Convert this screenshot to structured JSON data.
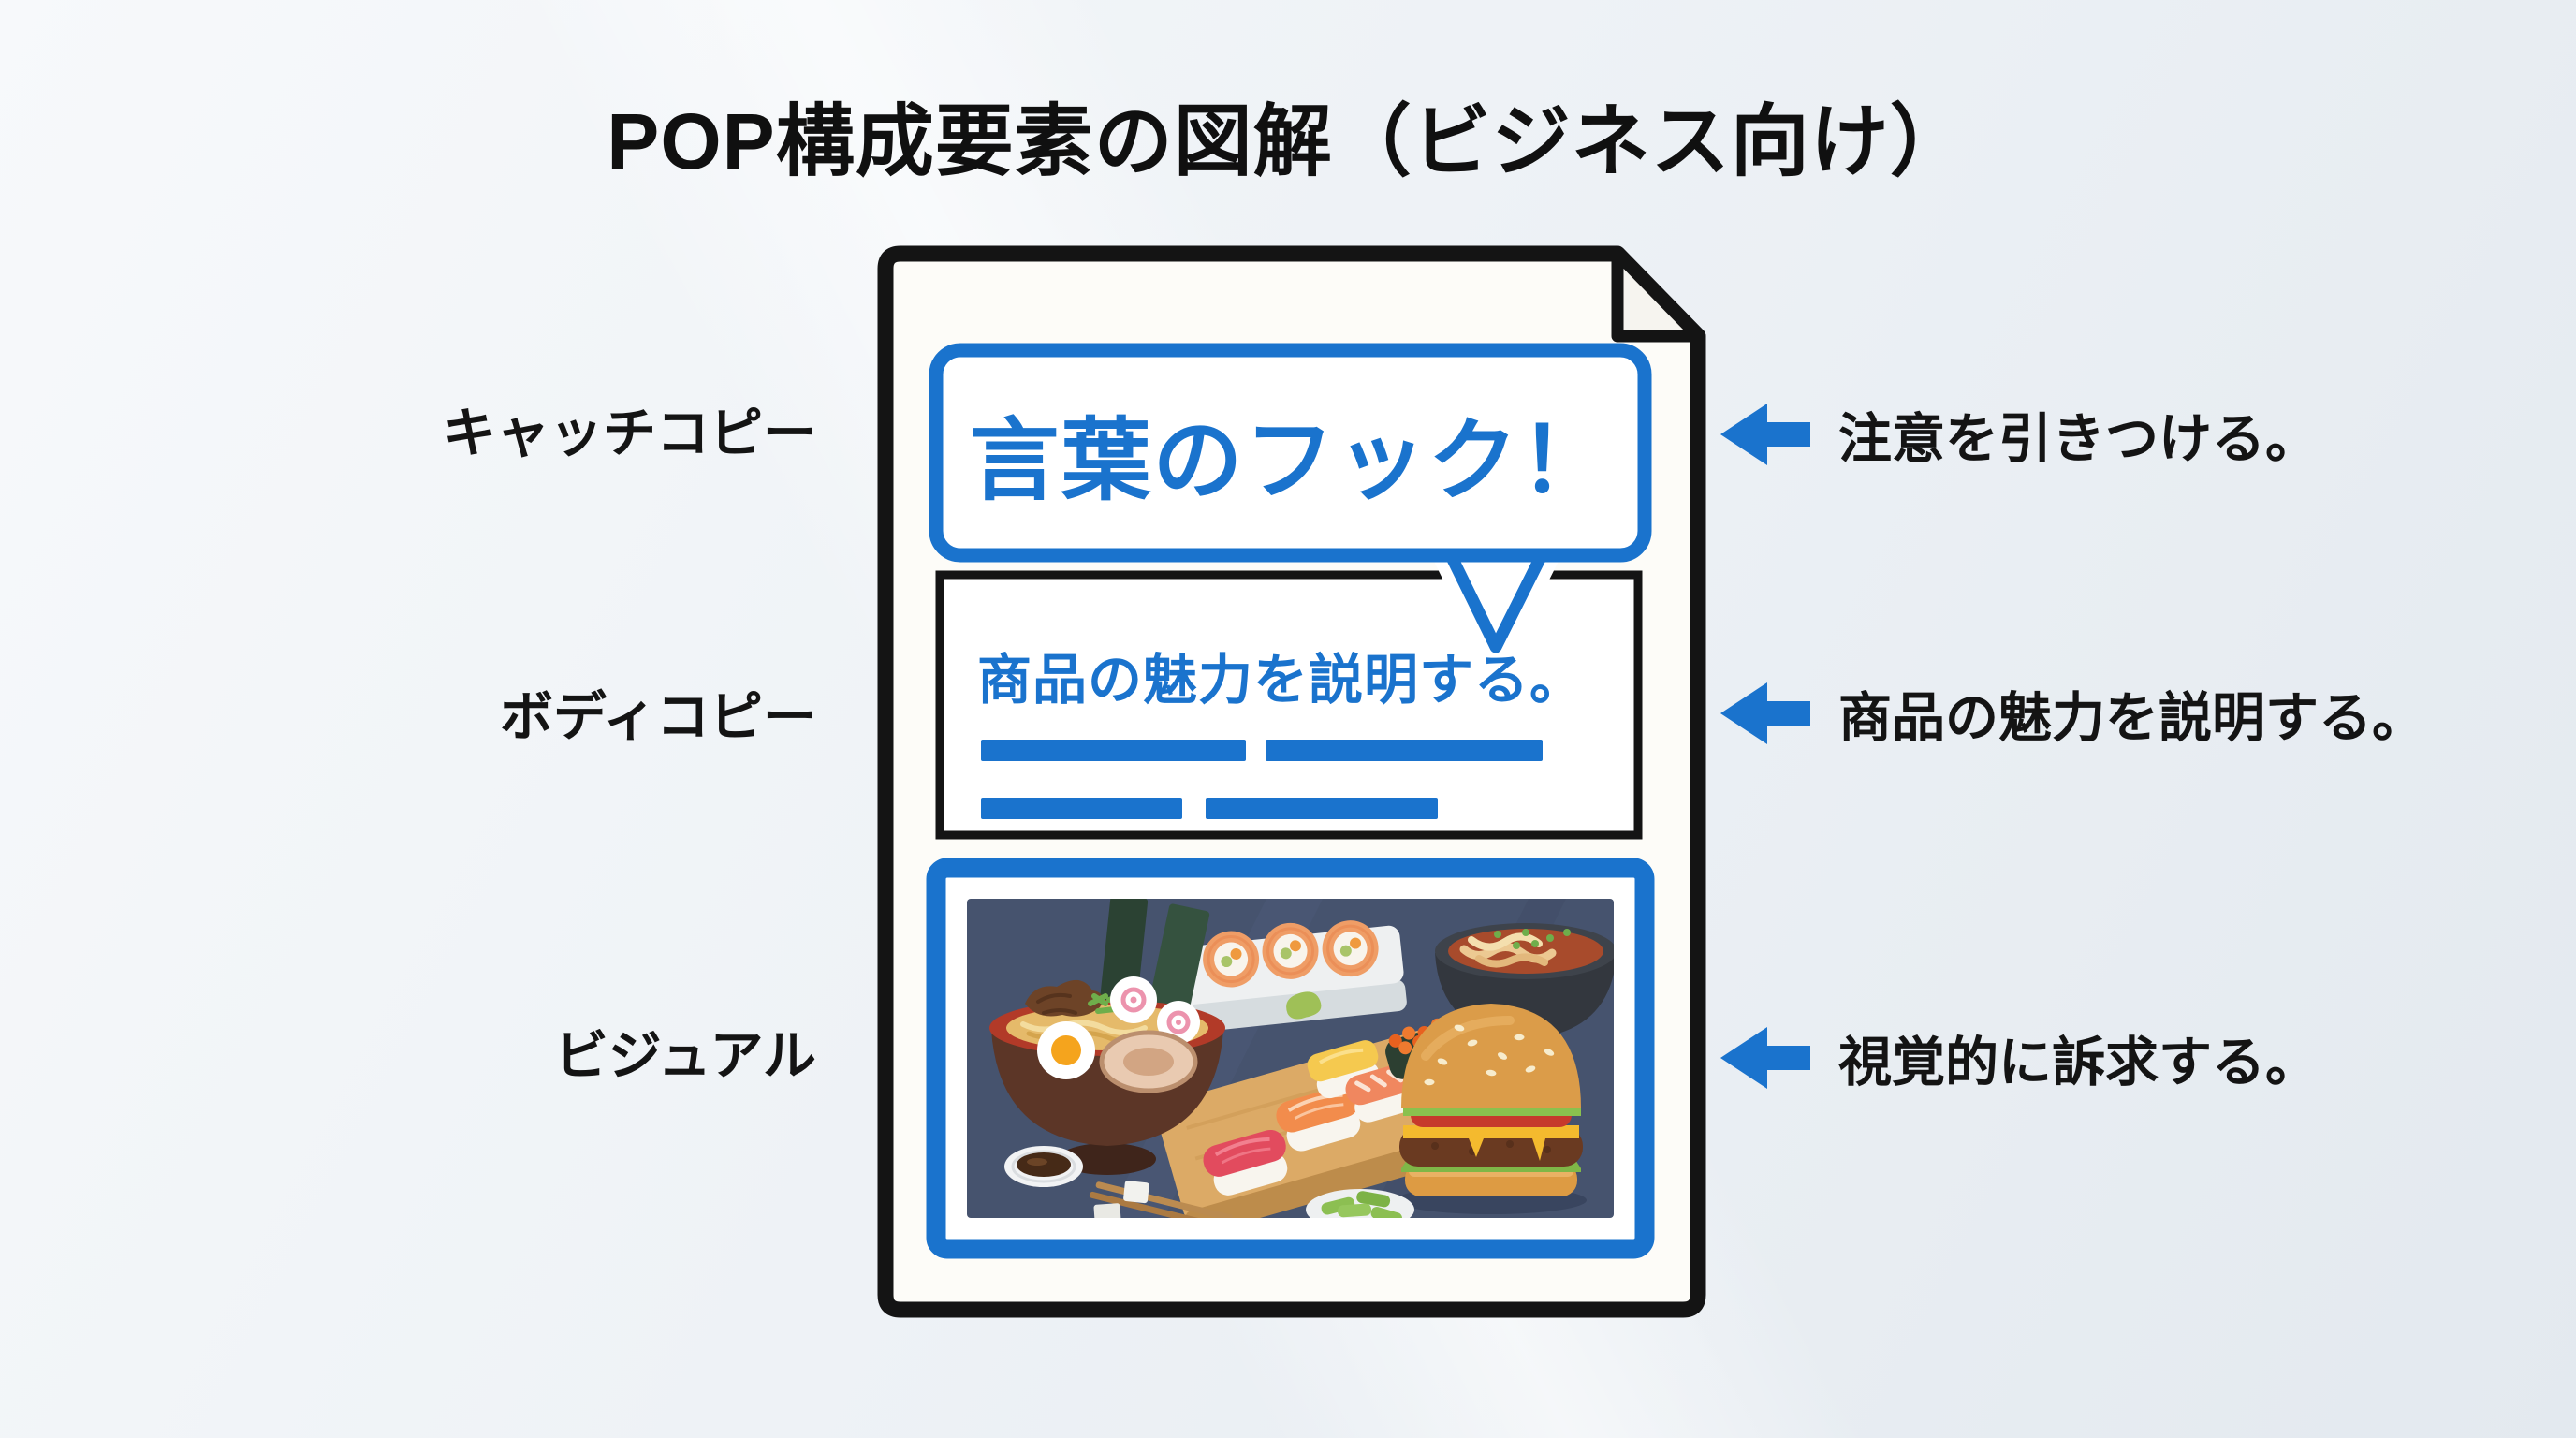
{
  "title": "POP構成要素の図解（ビジネス向け）",
  "poster": {
    "catch_copy": "言葉のフック！",
    "body_copy": "商品の魅力を説明する。",
    "visual_items": [
      "ramen-bowl",
      "sushi-roll-plate",
      "udon-noodle-bowl",
      "nigiri-sushi-board",
      "ikura-gunkan",
      "cheeseburger",
      "soy-sauce-dish",
      "chopsticks",
      "edamame-dish"
    ]
  },
  "left_labels": [
    {
      "label": "キャッチコピー"
    },
    {
      "label": "ボディコピー"
    },
    {
      "label": "ビジュアル"
    }
  ],
  "right_annotations": [
    {
      "icon": "left-arrow-icon",
      "text": "注意を引きつける。"
    },
    {
      "icon": "left-arrow-icon",
      "text": "商品の魅力を説明する。"
    },
    {
      "icon": "left-arrow-icon",
      "text": "視覚的に訴求する。"
    }
  ],
  "colors": {
    "accent_blue": "#1a73cd",
    "ink_black": "#141414",
    "paper_white": "#fdfcf8",
    "photo_background": "#46536e"
  }
}
